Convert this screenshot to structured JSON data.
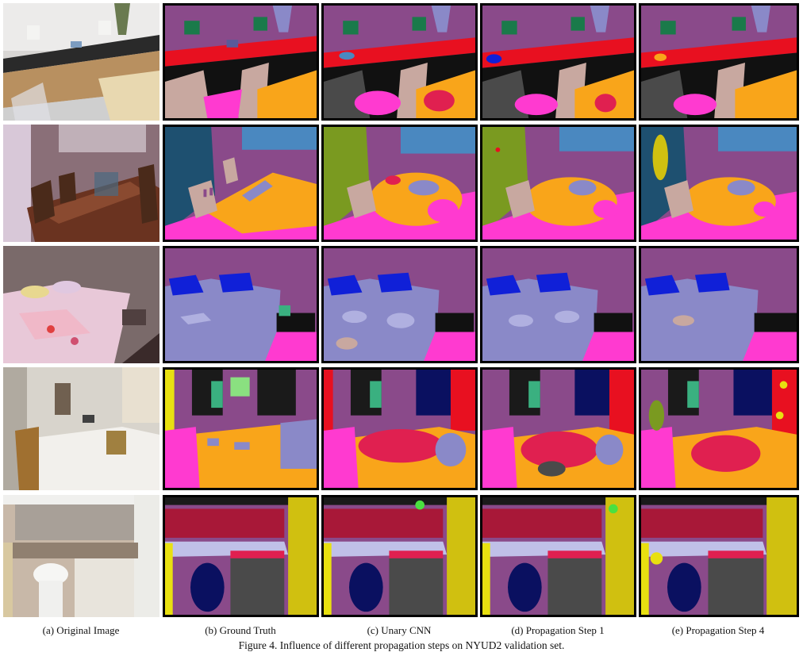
{
  "figure": {
    "columns": [
      {
        "label": "(a) Original Image"
      },
      {
        "label": "(b) Ground Truth"
      },
      {
        "label": "(c) Unary CNN"
      },
      {
        "label": "(d) Propagation Step 1"
      },
      {
        "label": "(e) Propagation Step 4"
      }
    ],
    "caption": "Figure 4. Influence of different propagation steps on NYUD2 validation set.",
    "palette": {
      "wall": "#8a4a8a",
      "floor": "#f9a51a",
      "bed": "#8a89c8",
      "chair": "#c8a8a0",
      "table": "#ff3ad0",
      "counter": "#3a3a3a",
      "window": "#4a88c0",
      "pillow": "#1020d8",
      "lamp": "#1a7a4a",
      "cabinet": "#d0c010",
      "door": "#e8e010",
      "sink": "#e02050",
      "toilet": "#0a1060",
      "curtain": "#7a9a20",
      "red": "#e81020",
      "dark": "#1a1a1a"
    }
  }
}
